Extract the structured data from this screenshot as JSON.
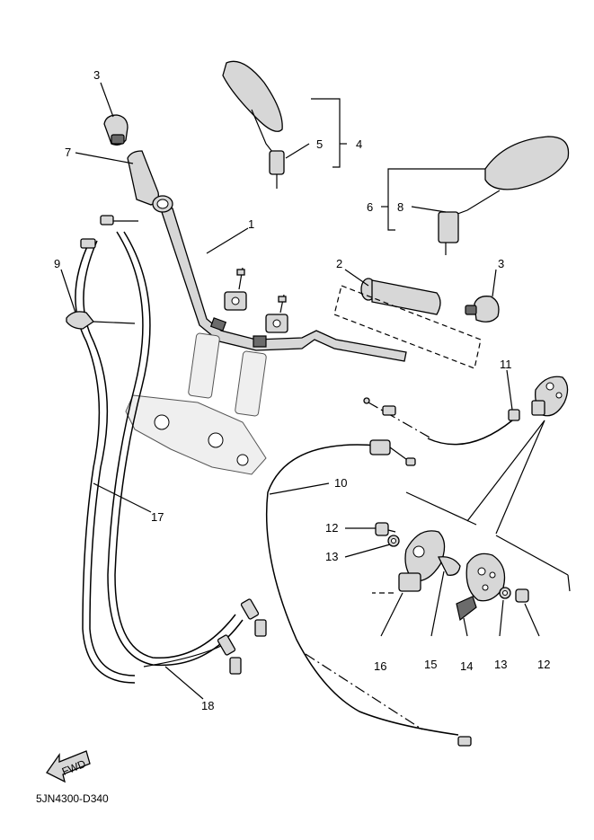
{
  "diagram": {
    "code": "5JN4300-D340",
    "fwd_label": "FWD",
    "callouts": [
      "1",
      "2",
      "3",
      "3",
      "4",
      "5",
      "6",
      "7",
      "8",
      "9",
      "10",
      "11",
      "12",
      "12",
      "13",
      "13",
      "14",
      "15",
      "16",
      "17",
      "18"
    ]
  }
}
